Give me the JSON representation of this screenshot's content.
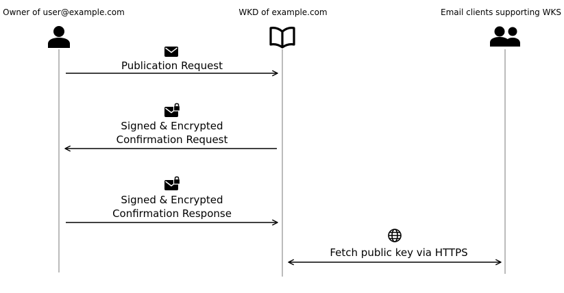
{
  "actors": [
    {
      "label": "Owner of user@example.com",
      "icon": "person-icon"
    },
    {
      "label": "WKD of example.com",
      "icon": "open-book-icon"
    },
    {
      "label": "Email clients supporting WKS",
      "icon": "people-icon"
    }
  ],
  "messages": [
    {
      "lines": [
        "Publication Request"
      ],
      "icon": "envelope-icon",
      "direction": "owner-to-wkd"
    },
    {
      "lines": [
        "Signed & Encrypted",
        "Confirmation Request"
      ],
      "icon": "locked-envelope-icon",
      "direction": "wkd-to-owner"
    },
    {
      "lines": [
        "Signed & Encrypted",
        "Confirmation Response"
      ],
      "icon": "locked-envelope-icon",
      "direction": "owner-to-wkd"
    },
    {
      "lines": [
        "Fetch public key via HTTPS"
      ],
      "icon": "globe-icon",
      "direction": "bidirectional"
    }
  ],
  "colors": {
    "lifeline": "#bbbbbb",
    "ink": "#000000"
  }
}
